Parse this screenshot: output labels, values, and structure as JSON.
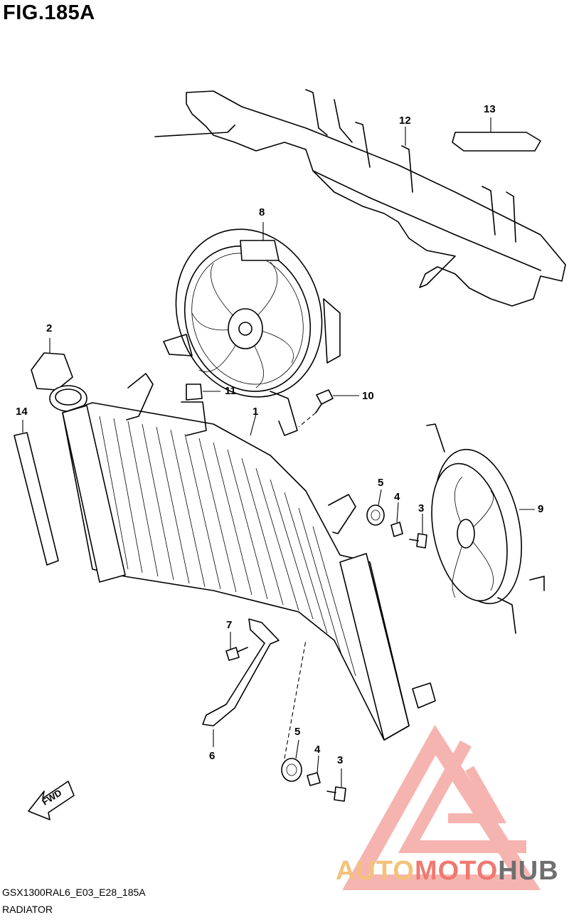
{
  "figure": {
    "title": "FIG.185A",
    "drawing_code": "GSX1300RAL6_E03_E28_185A",
    "section_name": "RADIATOR"
  },
  "callouts": [
    {
      "id": "c1",
      "text": "1"
    },
    {
      "id": "c2",
      "text": "2"
    },
    {
      "id": "c3a",
      "text": "3"
    },
    {
      "id": "c3b",
      "text": "3"
    },
    {
      "id": "c4a",
      "text": "4"
    },
    {
      "id": "c4b",
      "text": "4"
    },
    {
      "id": "c5a",
      "text": "5"
    },
    {
      "id": "c5b",
      "text": "5"
    },
    {
      "id": "c6",
      "text": "6"
    },
    {
      "id": "c7",
      "text": "7"
    },
    {
      "id": "c8",
      "text": "8"
    },
    {
      "id": "c9",
      "text": "9"
    },
    {
      "id": "c10",
      "text": "10"
    },
    {
      "id": "c11",
      "text": "11"
    },
    {
      "id": "c12",
      "text": "12"
    },
    {
      "id": "c13",
      "text": "13"
    },
    {
      "id": "c14",
      "text": "14"
    }
  ],
  "direction_arrow": {
    "label": "FWD"
  },
  "watermark": {
    "part1": "AUTO",
    "part2": "MOTO",
    "part3": "HUB",
    "colors": {
      "auto": "#f3c27a",
      "moto": "#f07870",
      "hub": "#6f6f6f",
      "logo": "#f07870"
    }
  }
}
